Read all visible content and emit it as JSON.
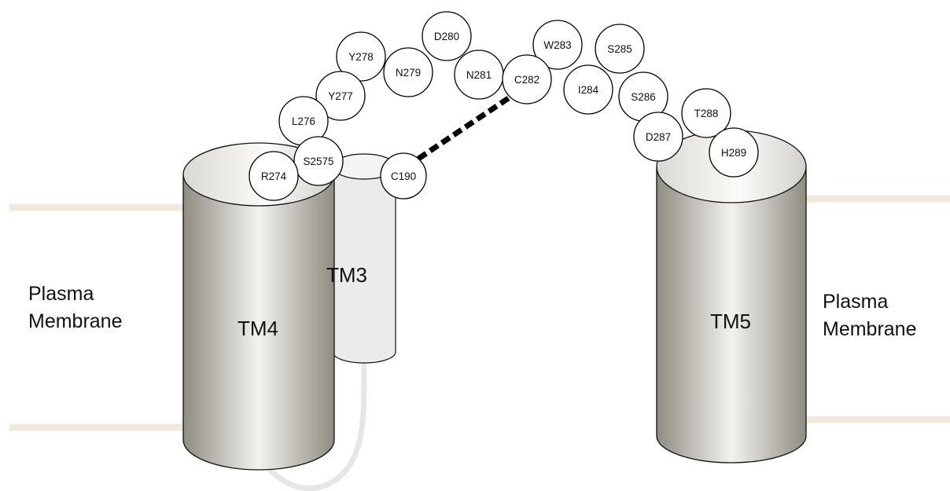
{
  "membrane_labels": {
    "left": [
      "Plasma",
      "Membrane"
    ],
    "right": [
      "Plasma",
      "Membrane"
    ]
  },
  "helices": {
    "tm3": "TM3",
    "tm4": "TM4",
    "tm5": "TM5"
  },
  "residues": [
    "R274",
    "S2575",
    "L276",
    "Y277",
    "Y278",
    "N279",
    "D280",
    "N281",
    "C282",
    "W283",
    "I284",
    "S285",
    "S286",
    "D287",
    "T288",
    "H289",
    "C190"
  ],
  "disulfide_bond": {
    "from": "C190",
    "to": "C282",
    "style": "dashed"
  },
  "colors": {
    "membrane": "#efeadb",
    "helix_dark_edge": "#8f8c81",
    "helix_light_center": "#f3f2ee",
    "tm3_fill": "#ebebeb",
    "loop_line": "#e6e6e6",
    "bond": "#000000"
  }
}
